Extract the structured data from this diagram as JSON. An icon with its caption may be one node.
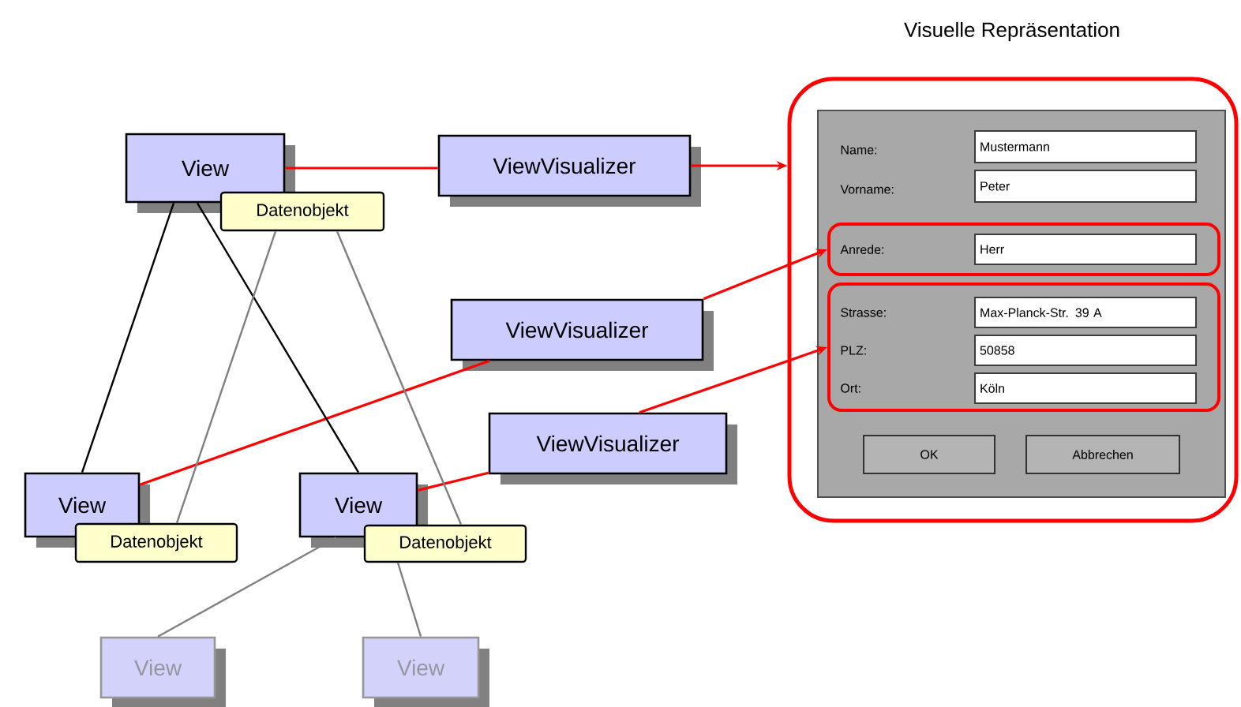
{
  "diagram": {
    "nodes": [
      {
        "text": [
          "View"
        ]
      },
      {
        "text": [
          "Datenobjekt"
        ]
      },
      {
        "text": [
          "ViewVisualizer"
        ]
      },
      {
        "text": [
          "ViewVisualizer"
        ]
      },
      {
        "text": [
          "ViewVisualizer"
        ]
      },
      {
        "text": [
          "View"
        ]
      },
      {
        "text": [
          "Datenobjekt"
        ]
      },
      {
        "text": [
          "View"
        ]
      },
      {
        "text": [
          "Datenobjekt"
        ]
      },
      {
        "text": [
          "View"
        ]
      },
      {
        "text": [
          "View"
        ]
      },
      {
        "text": [
          "Visuelle Repräsentation"
        ]
      },
      {
        "text": [],
        "shape": "box",
        "in": 11
      },
      {
        "text": [
          "Anrede:",
          "Herr"
        ],
        "in": 12
      },
      {
        "text": [
          "Strasse:",
          "Max-Planck-Str. 39 A",
          "PLZ:",
          "50858",
          "Ort:",
          "Köln"
        ],
        "in": 12
      }
    ],
    "edges": [
      {
        "from": 0,
        "to": 2,
        "arrow": "none"
      },
      {
        "from": 2,
        "to": 11,
        "arrow": "to"
      },
      {
        "from": 5,
        "to": 3,
        "arrow": "none"
      },
      {
        "from": 3,
        "to": 13,
        "arrow": "to"
      },
      {
        "from": 7,
        "to": 4,
        "arrow": "none"
      },
      {
        "from": 4,
        "to": 14,
        "arrow": "to"
      },
      {
        "from": 0,
        "to": 5,
        "arrow": "none",
        "color": "#000000"
      },
      {
        "from": 0,
        "to": 7,
        "arrow": "none",
        "color": "#000000"
      },
      {
        "from": 1,
        "to": 6,
        "arrow": "none",
        "color": "#808080"
      },
      {
        "from": 1,
        "to": 8,
        "arrow": "none",
        "color": "#808080"
      },
      {
        "from": 7,
        "to": 9,
        "arrow": "none",
        "color": "#808080"
      },
      {
        "from": 8,
        "to": 10,
        "arrow": "none",
        "color": "#808080"
      }
    ],
    "labels": [
      "Name:",
      "Mustermann",
      "Vorname:",
      "Peter",
      "OK",
      "Abbrechen"
    ]
  }
}
